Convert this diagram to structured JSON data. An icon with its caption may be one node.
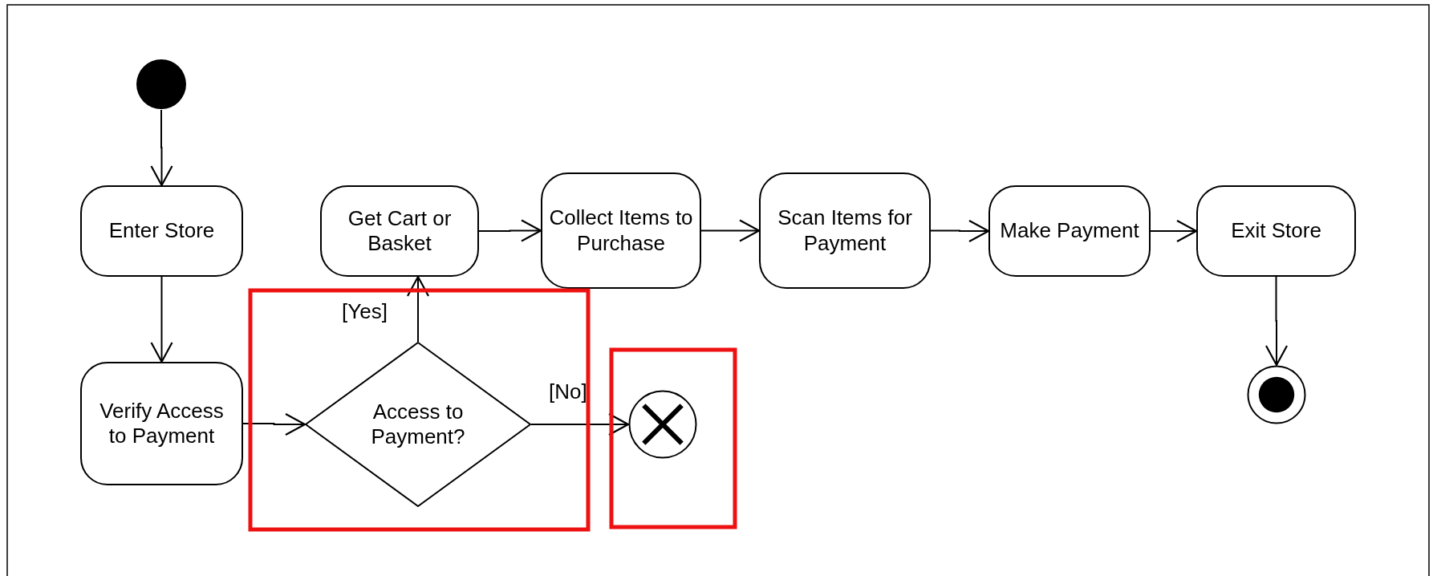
{
  "diagram": {
    "nodes": [
      {
        "text": [],
        "shape": "circle"
      },
      {
        "text": [
          "Enter Store"
        ]
      },
      {
        "text": [
          "Verify Access to Payment"
        ]
      },
      {
        "text": [
          "Access to Payment?"
        ]
      },
      {
        "text": [
          "Get Cart or Basket"
        ]
      },
      {
        "text": [
          "Collect Items to Purchase"
        ]
      },
      {
        "text": [
          "Scan Items for Payment"
        ]
      },
      {
        "text": [
          "Make Payment"
        ]
      },
      {
        "text": [
          "Exit Store"
        ]
      },
      {
        "text": [],
        "shape": "circle"
      },
      {
        "text": [],
        "shape": "circle"
      }
    ],
    "edges": [
      {
        "from": 0,
        "to": 1,
        "arrow": "to"
      },
      {
        "from": 1,
        "to": 2,
        "arrow": "to"
      },
      {
        "from": 2,
        "to": 3,
        "arrow": "to"
      },
      {
        "from": 3,
        "to": 4,
        "label": "[Yes]",
        "arrow": "to"
      },
      {
        "from": 3,
        "to": 9,
        "label": "[No]",
        "arrow": "to"
      },
      {
        "from": 4,
        "to": 5,
        "arrow": "to"
      },
      {
        "from": 5,
        "to": 6,
        "arrow": "to"
      },
      {
        "from": 6,
        "to": 7,
        "arrow": "to"
      },
      {
        "from": 7,
        "to": 8,
        "arrow": "to"
      },
      {
        "from": 8,
        "to": 10,
        "arrow": "to"
      }
    ]
  }
}
